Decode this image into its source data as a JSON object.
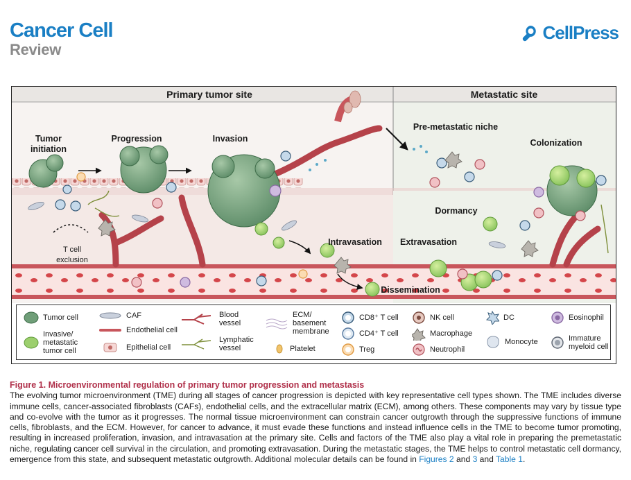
{
  "header": {
    "journal": "Cancer Cell",
    "section": "Review",
    "publisher": "CellPress"
  },
  "figure": {
    "panels": {
      "primary": "Primary tumor site",
      "metastatic": "Metastatic site"
    },
    "stages": {
      "initiation": "Tumor initiation",
      "progression": "Progression",
      "invasion": "Invasion",
      "intravasation": "Intravasation",
      "premetastatic": "Pre-metastatic niche",
      "colonization": "Colonization",
      "dormancy": "Dormancy",
      "extravasation": "Extravasation",
      "dissemination": "Dissemination",
      "exclusion": "T cell exclusion"
    },
    "legend": [
      {
        "key": "tumor",
        "label": "Tumor cell",
        "icon": "tumor-cell-icon"
      },
      {
        "key": "invasive",
        "label": "Invasive/ metastatic tumor cell",
        "icon": "invasive-cell-icon"
      },
      {
        "key": "caf",
        "label": "CAF",
        "icon": "caf-icon"
      },
      {
        "key": "endothelial",
        "label": "Endothelial cell",
        "icon": "endothelial-cell-icon"
      },
      {
        "key": "epithelial",
        "label": "Epithelial cell",
        "icon": "epithelial-cell-icon"
      },
      {
        "key": "blood",
        "label": "Blood vessel",
        "icon": "blood-vessel-icon"
      },
      {
        "key": "lymph",
        "label": "Lymphatic vessel",
        "icon": "lymphatic-vessel-icon"
      },
      {
        "key": "ecm",
        "label": "ECM/ basement membrane",
        "icon": "ecm-icon"
      },
      {
        "key": "platelet",
        "label": "Platelet",
        "icon": "platelet-icon"
      },
      {
        "key": "cd8",
        "label": "CD8⁺ T cell",
        "icon": "cd8-t-cell-icon"
      },
      {
        "key": "cd4",
        "label": "CD4⁺ T cell",
        "icon": "cd4-t-cell-icon"
      },
      {
        "key": "treg",
        "label": "Treg",
        "icon": "treg-icon"
      },
      {
        "key": "nk",
        "label": "NK cell",
        "icon": "nk-cell-icon"
      },
      {
        "key": "macrophage",
        "label": "Macrophage",
        "icon": "macrophage-icon"
      },
      {
        "key": "neutrophil",
        "label": "Neutrophil",
        "icon": "neutrophil-icon"
      },
      {
        "key": "dc",
        "label": "DC",
        "icon": "dc-icon"
      },
      {
        "key": "monocyte",
        "label": "Monocyte",
        "icon": "monocyte-icon"
      },
      {
        "key": "eosinophil",
        "label": "Eosinophil",
        "icon": "eosinophil-icon"
      },
      {
        "key": "myeloid",
        "label": "Immature myeloid cell",
        "icon": "myeloid-cell-icon"
      }
    ]
  },
  "caption": {
    "title": "Figure 1. Microenvironmental regulation of primary tumor progression and metastasis",
    "body": "The evolving tumor microenvironment (TME) during all stages of cancer progression is depicted with key representative cell types shown. The TME includes diverse immune cells, cancer-associated fibroblasts (CAFs), endothelial cells, and the extracellular matrix (ECM), among others. These components may vary by tissue type and co-evolve with the tumor as it progresses. The normal tissue microenvironment can constrain cancer outgrowth through the suppressive functions of immune cells, fibroblasts, and the ECM. However, for cancer to advance, it must evade these functions and instead influence cells in the TME to become tumor promoting, resulting in increased proliferation, invasion, and intravasation at the primary site. Cells and factors of the TME also play a vital role in preparing the premetastatic niche, regulating cancer cell survival in the circulation, and promoting extravasation. During the metastatic stages, the TME helps to control metastatic cell dormancy, emergence from this state, and subsequent metastatic outgrowth. Additional molecular details can be found in ",
    "link1": "Figures 2",
    "and1": " and ",
    "link2": "3",
    "and2": " and ",
    "link3": "Table 1",
    "end": "."
  },
  "colors": {
    "brand": "#1a7fc4",
    "caption_title": "#b0304a",
    "tumor": "#6f9e78",
    "invasive": "#9ccf6e",
    "vessel": "#b5424a",
    "metastatic_bg": "#eef1ea"
  }
}
